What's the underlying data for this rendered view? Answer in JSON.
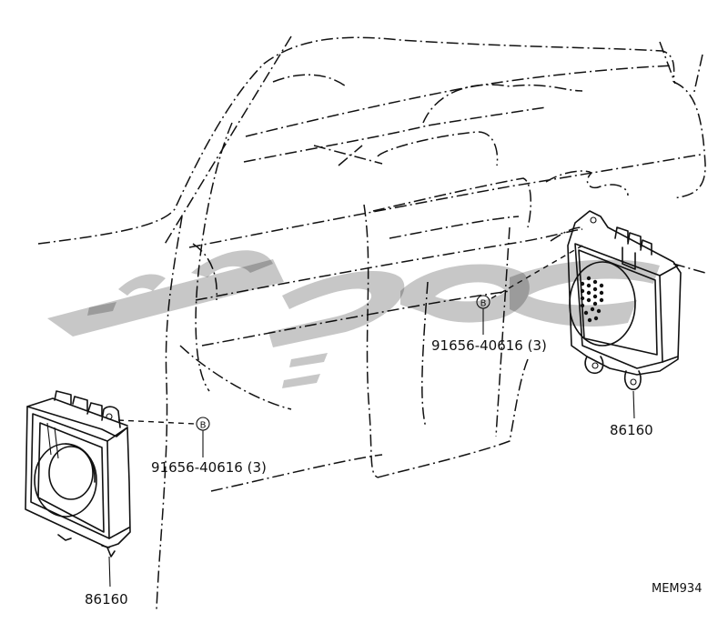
{
  "diagram": {
    "drawing_code": "MEM934",
    "parts": [
      {
        "part_no": "86160"
      },
      {
        "part_no": "86160"
      }
    ],
    "fasteners": [
      {
        "part_no": "91656-40616 (3)",
        "marker": "B"
      },
      {
        "part_no": "91656-40616 (3)",
        "marker": "B"
      }
    ],
    "watermark": {
      "glyph_text": "ﻭﻟﺞ",
      "color": "#000000"
    }
  }
}
